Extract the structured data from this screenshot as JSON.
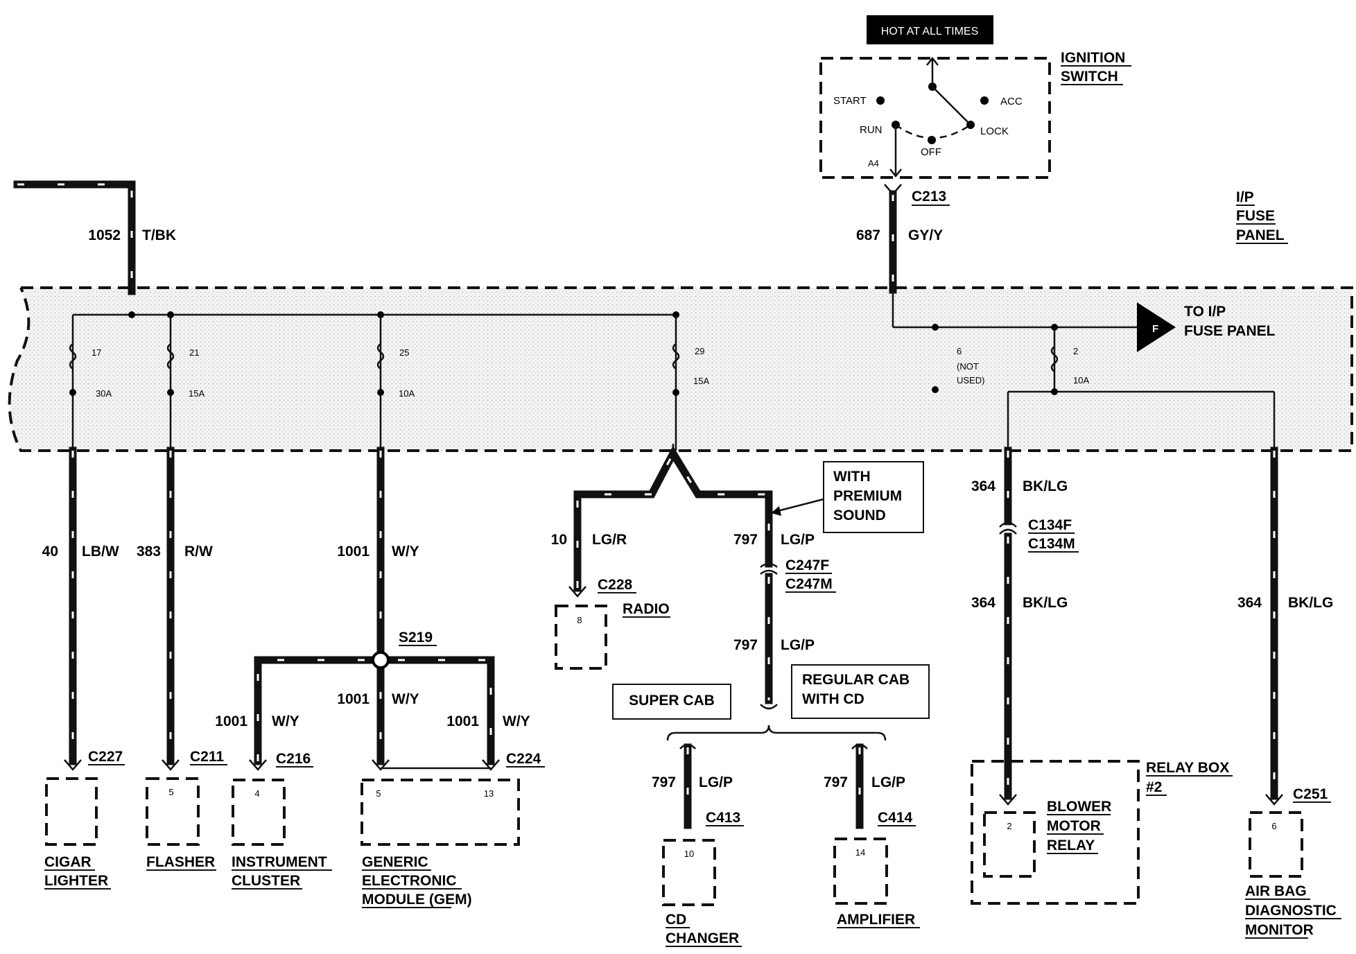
{
  "hot_banner": "HOT AT ALL TIMES",
  "ignition": {
    "title1": "IGNITION",
    "title2": "SWITCH",
    "start": "START",
    "run": "RUN",
    "off": "OFF",
    "acc": "ACC",
    "lock": "LOCK",
    "pin": "A4"
  },
  "fuse_panel": {
    "l1": "I/P",
    "l2": "FUSE",
    "l3": "PANEL",
    "to1": "TO I/P",
    "to2": "FUSE PANEL",
    "f": "F"
  },
  "connectors": {
    "c213": "C213",
    "c227": "C227",
    "c211": "C211",
    "c216": "C216",
    "c224": "C224",
    "c228": "C228",
    "c247f": "C247F",
    "c247m": "C247M",
    "c413": "C413",
    "c414": "C414",
    "c134f": "C134F",
    "c134m": "C134M",
    "c251": "C251",
    "s219": "S219"
  },
  "wires": {
    "w1052": "1052",
    "tbk": "T/BK",
    "w687": "687",
    "gyy": "GY/Y",
    "w40": "40",
    "lbw": "LB/W",
    "w383": "383",
    "rw": "R/W",
    "w1001": "1001",
    "wy": "W/Y",
    "w10": "10",
    "lgr": "LG/R",
    "w797": "797",
    "lgp": "LG/P",
    "w364": "364",
    "bklg": "BK/LG"
  },
  "fuses": {
    "f17": "17",
    "f17a": "30A",
    "f21": "21",
    "f21a": "15A",
    "f25": "25",
    "f25a": "10A",
    "f29": "29",
    "f29a": "15A",
    "f6": "6",
    "f6n1": "(NOT",
    "f6n2": "USED)",
    "f2": "2",
    "f2a": "10A"
  },
  "pins": {
    "p5a": "5",
    "p4": "4",
    "p5b": "5",
    "p13": "13",
    "p8": "8",
    "p10": "10",
    "p14": "14",
    "p2": "2",
    "p6": "6"
  },
  "components": {
    "cigar1": "CIGAR",
    "cigar2": "LIGHTER",
    "flasher": "FLASHER",
    "ic1": "INSTRUMENT",
    "ic2": "CLUSTER",
    "gem1": "GENERIC",
    "gem2": "ELECTRONIC",
    "gem3": "MODULE (GEM)",
    "radio": "RADIO",
    "cd1": "CD",
    "cd2": "CHANGER",
    "amp": "AMPLIFIER",
    "relaybox1": "RELAY BOX",
    "relaybox2": "#2",
    "blower1": "BLOWER",
    "blower2": "MOTOR",
    "blower3": "RELAY",
    "ab1": "AIR BAG",
    "ab2": "DIAGNOSTIC",
    "ab3": "MONITOR"
  },
  "notes": {
    "prem1": "WITH",
    "prem2": "PREMIUM",
    "prem3": "SOUND",
    "supercab": "SUPER CAB",
    "reg1": "REGULAR CAB",
    "reg2": "WITH CD"
  }
}
